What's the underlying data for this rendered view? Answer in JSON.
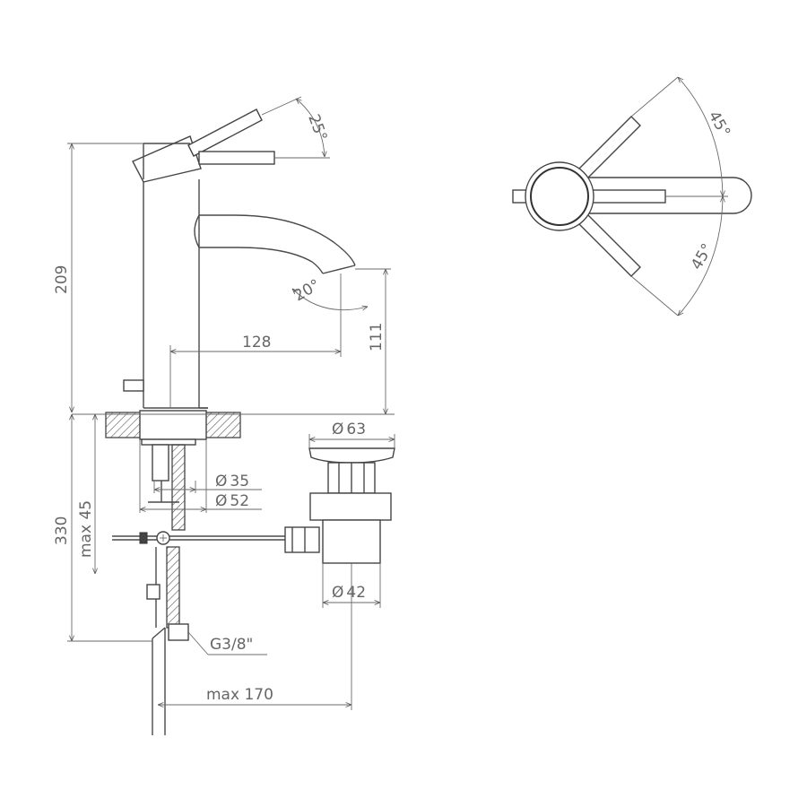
{
  "dimensions": {
    "height_total": "209",
    "spout_reach": "128",
    "spout_height": "111",
    "handle_angle": "25°",
    "spout_angle": "20°",
    "below_deck": "330",
    "max_deck": "max 45",
    "hole_35": "35",
    "hole_52": "52",
    "waste_top": "63",
    "waste_body": "42",
    "max_170": "max 170",
    "connection": "G3/8\"",
    "plan_angle_top": "45°",
    "plan_angle_bottom": "45°"
  },
  "symbols": {
    "diameter": "Ø"
  }
}
